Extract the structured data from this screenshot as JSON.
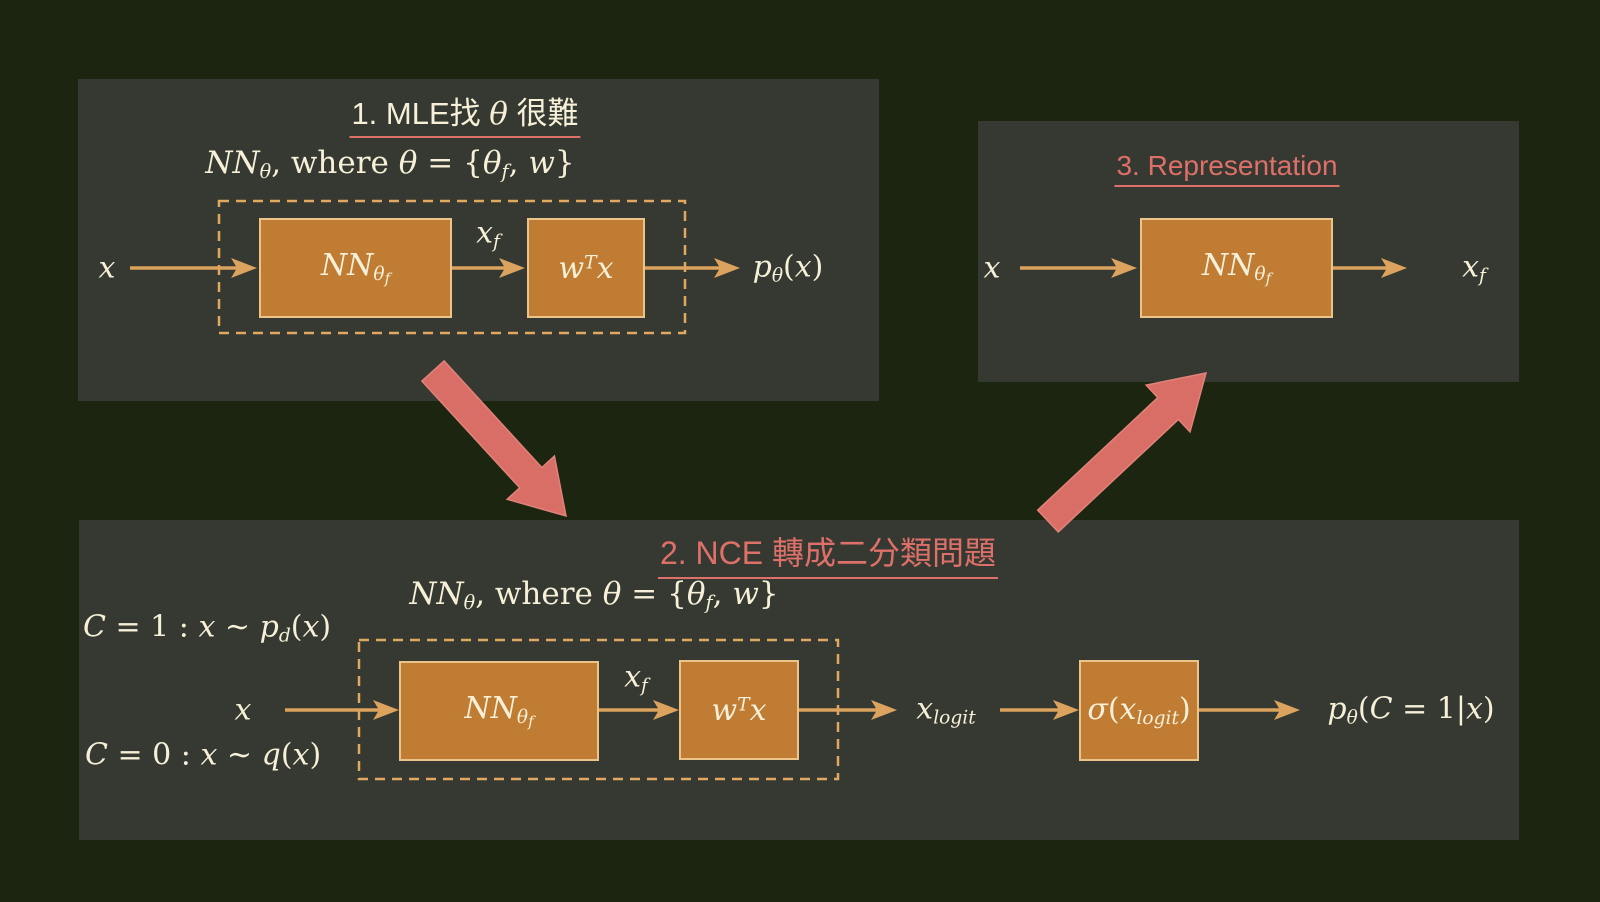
{
  "colors": {
    "background": "#1c2510",
    "panel_background": "#353931",
    "accent_pink": "#dd7069",
    "big_arrow_fill": "#d86e66",
    "big_arrow_edge": "#e2837a",
    "box_fill": "#c07c33",
    "box_border": "#eac489",
    "thin_arrow": "#dca35e",
    "dashed_border": "#e0a860",
    "math_text": "#f6f0d8"
  },
  "panels": {
    "mle": {
      "title_tokens": [
        {
          "t": "s",
          "v": "1. MLE找 "
        },
        {
          "t": "i",
          "v": "θ"
        },
        {
          "t": "s",
          "v": " 很難"
        }
      ],
      "formula": [
        {
          "t": "i",
          "v": "NN"
        },
        {
          "t": "sub",
          "v": "θ"
        },
        {
          "t": "r",
          "v": ", where "
        },
        {
          "t": "i",
          "v": "θ"
        },
        {
          "t": "r",
          "v": " = {"
        },
        {
          "t": "i",
          "v": "θ"
        },
        {
          "t": "sub",
          "v": "f"
        },
        {
          "t": "r",
          "v": ", "
        },
        {
          "t": "i",
          "v": "w"
        },
        {
          "t": "r",
          "v": "}"
        }
      ],
      "input": [
        {
          "t": "i",
          "v": "x"
        }
      ],
      "nn_box": [
        {
          "t": "i",
          "v": "NN"
        },
        {
          "t": "sub",
          "v": "θ"
        },
        {
          "t": "ss",
          "v": "f"
        }
      ],
      "xf": [
        {
          "t": "i",
          "v": "x"
        },
        {
          "t": "sub",
          "v": "f"
        }
      ],
      "wtx_box": [
        {
          "t": "i",
          "v": "w"
        },
        {
          "t": "sup",
          "v": "T"
        },
        {
          "t": "i",
          "v": "x"
        }
      ],
      "output": [
        {
          "t": "i",
          "v": "p"
        },
        {
          "t": "sub",
          "v": "θ"
        },
        {
          "t": "r",
          "v": "("
        },
        {
          "t": "i",
          "v": "x"
        },
        {
          "t": "r",
          "v": ")"
        }
      ]
    },
    "nce": {
      "title": "2. NCE 轉成二分類問題",
      "formula": [
        {
          "t": "i",
          "v": "NN"
        },
        {
          "t": "sub",
          "v": "θ"
        },
        {
          "t": "r",
          "v": ", where "
        },
        {
          "t": "i",
          "v": "θ"
        },
        {
          "t": "r",
          "v": " = {"
        },
        {
          "t": "i",
          "v": "θ"
        },
        {
          "t": "sub",
          "v": "f"
        },
        {
          "t": "r",
          "v": ", "
        },
        {
          "t": "i",
          "v": "w"
        },
        {
          "t": "r",
          "v": "}"
        }
      ],
      "cond_pos": [
        {
          "t": "i",
          "v": "C"
        },
        {
          "t": "r",
          "v": " = 1 : "
        },
        {
          "t": "i",
          "v": "x"
        },
        {
          "t": "r",
          "v": " ∼ "
        },
        {
          "t": "i",
          "v": "p"
        },
        {
          "t": "sub",
          "v": "d"
        },
        {
          "t": "r",
          "v": "("
        },
        {
          "t": "i",
          "v": "x"
        },
        {
          "t": "r",
          "v": ")"
        }
      ],
      "cond_neg": [
        {
          "t": "i",
          "v": "C"
        },
        {
          "t": "r",
          "v": " = 0 : "
        },
        {
          "t": "i",
          "v": "x"
        },
        {
          "t": "r",
          "v": " ∼ "
        },
        {
          "t": "i",
          "v": "q"
        },
        {
          "t": "r",
          "v": "("
        },
        {
          "t": "i",
          "v": "x"
        },
        {
          "t": "r",
          "v": ")"
        }
      ],
      "input": [
        {
          "t": "i",
          "v": "x"
        }
      ],
      "nn_box": [
        {
          "t": "i",
          "v": "NN"
        },
        {
          "t": "sub",
          "v": "θ"
        },
        {
          "t": "ss",
          "v": "f"
        }
      ],
      "xf": [
        {
          "t": "i",
          "v": "x"
        },
        {
          "t": "sub",
          "v": "f"
        }
      ],
      "wtx_box": [
        {
          "t": "i",
          "v": "w"
        },
        {
          "t": "sup",
          "v": "T"
        },
        {
          "t": "i",
          "v": "x"
        }
      ],
      "xlogit": [
        {
          "t": "i",
          "v": "x"
        },
        {
          "t": "sub",
          "v": "logit"
        }
      ],
      "sigma_box": [
        {
          "t": "i",
          "v": "σ"
        },
        {
          "t": "r",
          "v": "("
        },
        {
          "t": "i",
          "v": "x"
        },
        {
          "t": "sub",
          "v": "logit"
        },
        {
          "t": "r",
          "v": ")"
        }
      ],
      "output": [
        {
          "t": "i",
          "v": "p"
        },
        {
          "t": "sub",
          "v": "θ"
        },
        {
          "t": "r",
          "v": "("
        },
        {
          "t": "i",
          "v": "C"
        },
        {
          "t": "r",
          "v": " = 1|"
        },
        {
          "t": "i",
          "v": "x"
        },
        {
          "t": "r",
          "v": ")"
        }
      ]
    },
    "repr": {
      "title": "3. Representation",
      "input": [
        {
          "t": "i",
          "v": "x"
        }
      ],
      "nn_box": [
        {
          "t": "i",
          "v": "NN"
        },
        {
          "t": "sub",
          "v": "θ"
        },
        {
          "t": "ss",
          "v": "f"
        }
      ],
      "output": [
        {
          "t": "i",
          "v": "x"
        },
        {
          "t": "sub",
          "v": "f"
        }
      ]
    }
  }
}
